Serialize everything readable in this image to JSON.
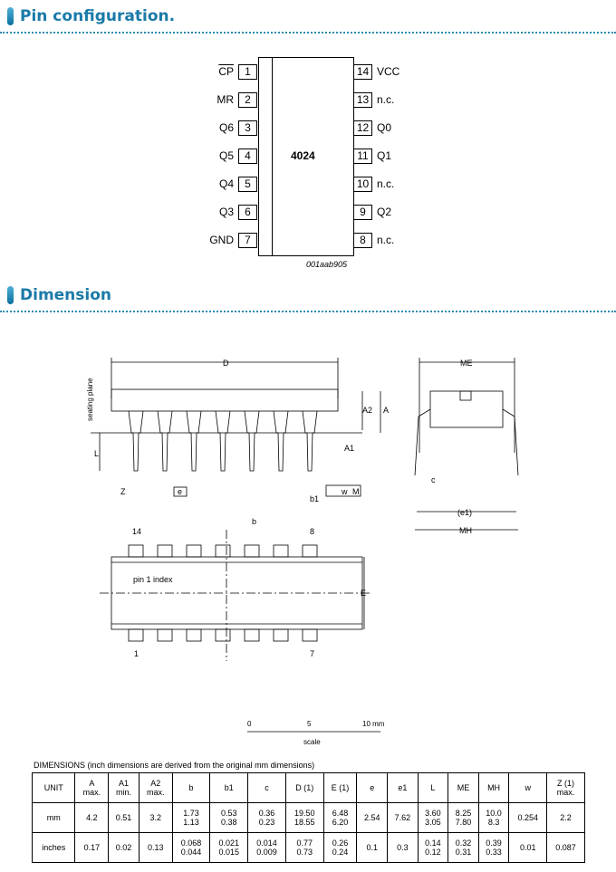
{
  "sections": {
    "pin_config": "Pin configuration.",
    "dimension": "Dimension"
  },
  "ic": {
    "name": "4024",
    "code": "001aab905",
    "left_pins": [
      {
        "n": "1",
        "label": "CP"
      },
      {
        "n": "2",
        "label": "MR"
      },
      {
        "n": "3",
        "label": "Q6"
      },
      {
        "n": "4",
        "label": "Q5"
      },
      {
        "n": "5",
        "label": "Q4"
      },
      {
        "n": "6",
        "label": "Q3"
      },
      {
        "n": "7",
        "label": "GND"
      }
    ],
    "right_pins": [
      {
        "n": "14",
        "label": "VCC"
      },
      {
        "n": "13",
        "label": "n.c."
      },
      {
        "n": "12",
        "label": "Q0"
      },
      {
        "n": "11",
        "label": "Q1"
      },
      {
        "n": "10",
        "label": "n.c."
      },
      {
        "n": "9",
        "label": "Q2"
      },
      {
        "n": "8",
        "label": "n.c."
      }
    ]
  },
  "drawing": {
    "D": "D",
    "A2": "A2",
    "A": "A",
    "A1": "A1",
    "L": "L",
    "Z": "Z",
    "e": "e",
    "b1": "b1",
    "w": "w",
    "M": "M",
    "seating": "seating plane",
    "ME": "ME",
    "MH": "MH",
    "c": "c",
    "e1": "(e1)",
    "E": "E",
    "b": "b",
    "pin1": "pin 1 index",
    "p14": "14",
    "p8": "8",
    "p1": "1",
    "p7": "7",
    "scale": {
      "s0": "0",
      "s5": "5",
      "s10": "10 mm",
      "label": "scale"
    }
  },
  "table": {
    "caption": "DIMENSIONS (inch dimensions are derived from the original mm dimensions)",
    "headers": [
      [
        "UNIT",
        ""
      ],
      [
        "A",
        "max."
      ],
      [
        "A1",
        "min."
      ],
      [
        "A2",
        "max."
      ],
      [
        "b",
        ""
      ],
      [
        "b1",
        ""
      ],
      [
        "c",
        ""
      ],
      [
        "D (1)",
        ""
      ],
      [
        "E (1)",
        ""
      ],
      [
        "e",
        ""
      ],
      [
        "e1",
        ""
      ],
      [
        "L",
        ""
      ],
      [
        "ME",
        ""
      ],
      [
        "MH",
        ""
      ],
      [
        "w",
        ""
      ],
      [
        "Z (1)",
        "max."
      ]
    ],
    "rows": [
      [
        "mm",
        "4.2",
        "0.51",
        "3.2",
        "1.73\n1.13",
        "0.53\n0.38",
        "0.36\n0.23",
        "19.50\n18.55",
        "6.48\n6.20",
        "2.54",
        "7.62",
        "3.60\n3.05",
        "8.25\n7.80",
        "10.0\n8.3",
        "0.254",
        "2.2"
      ],
      [
        "inches",
        "0.17",
        "0.02",
        "0.13",
        "0.068\n0.044",
        "0.021\n0.015",
        "0.014\n0.009",
        "0.77\n0.73",
        "0.26\n0.24",
        "0.1",
        "0.3",
        "0.14\n0.12",
        "0.32\n0.31",
        "0.39\n0.33",
        "0.01",
        "0.087"
      ]
    ]
  }
}
